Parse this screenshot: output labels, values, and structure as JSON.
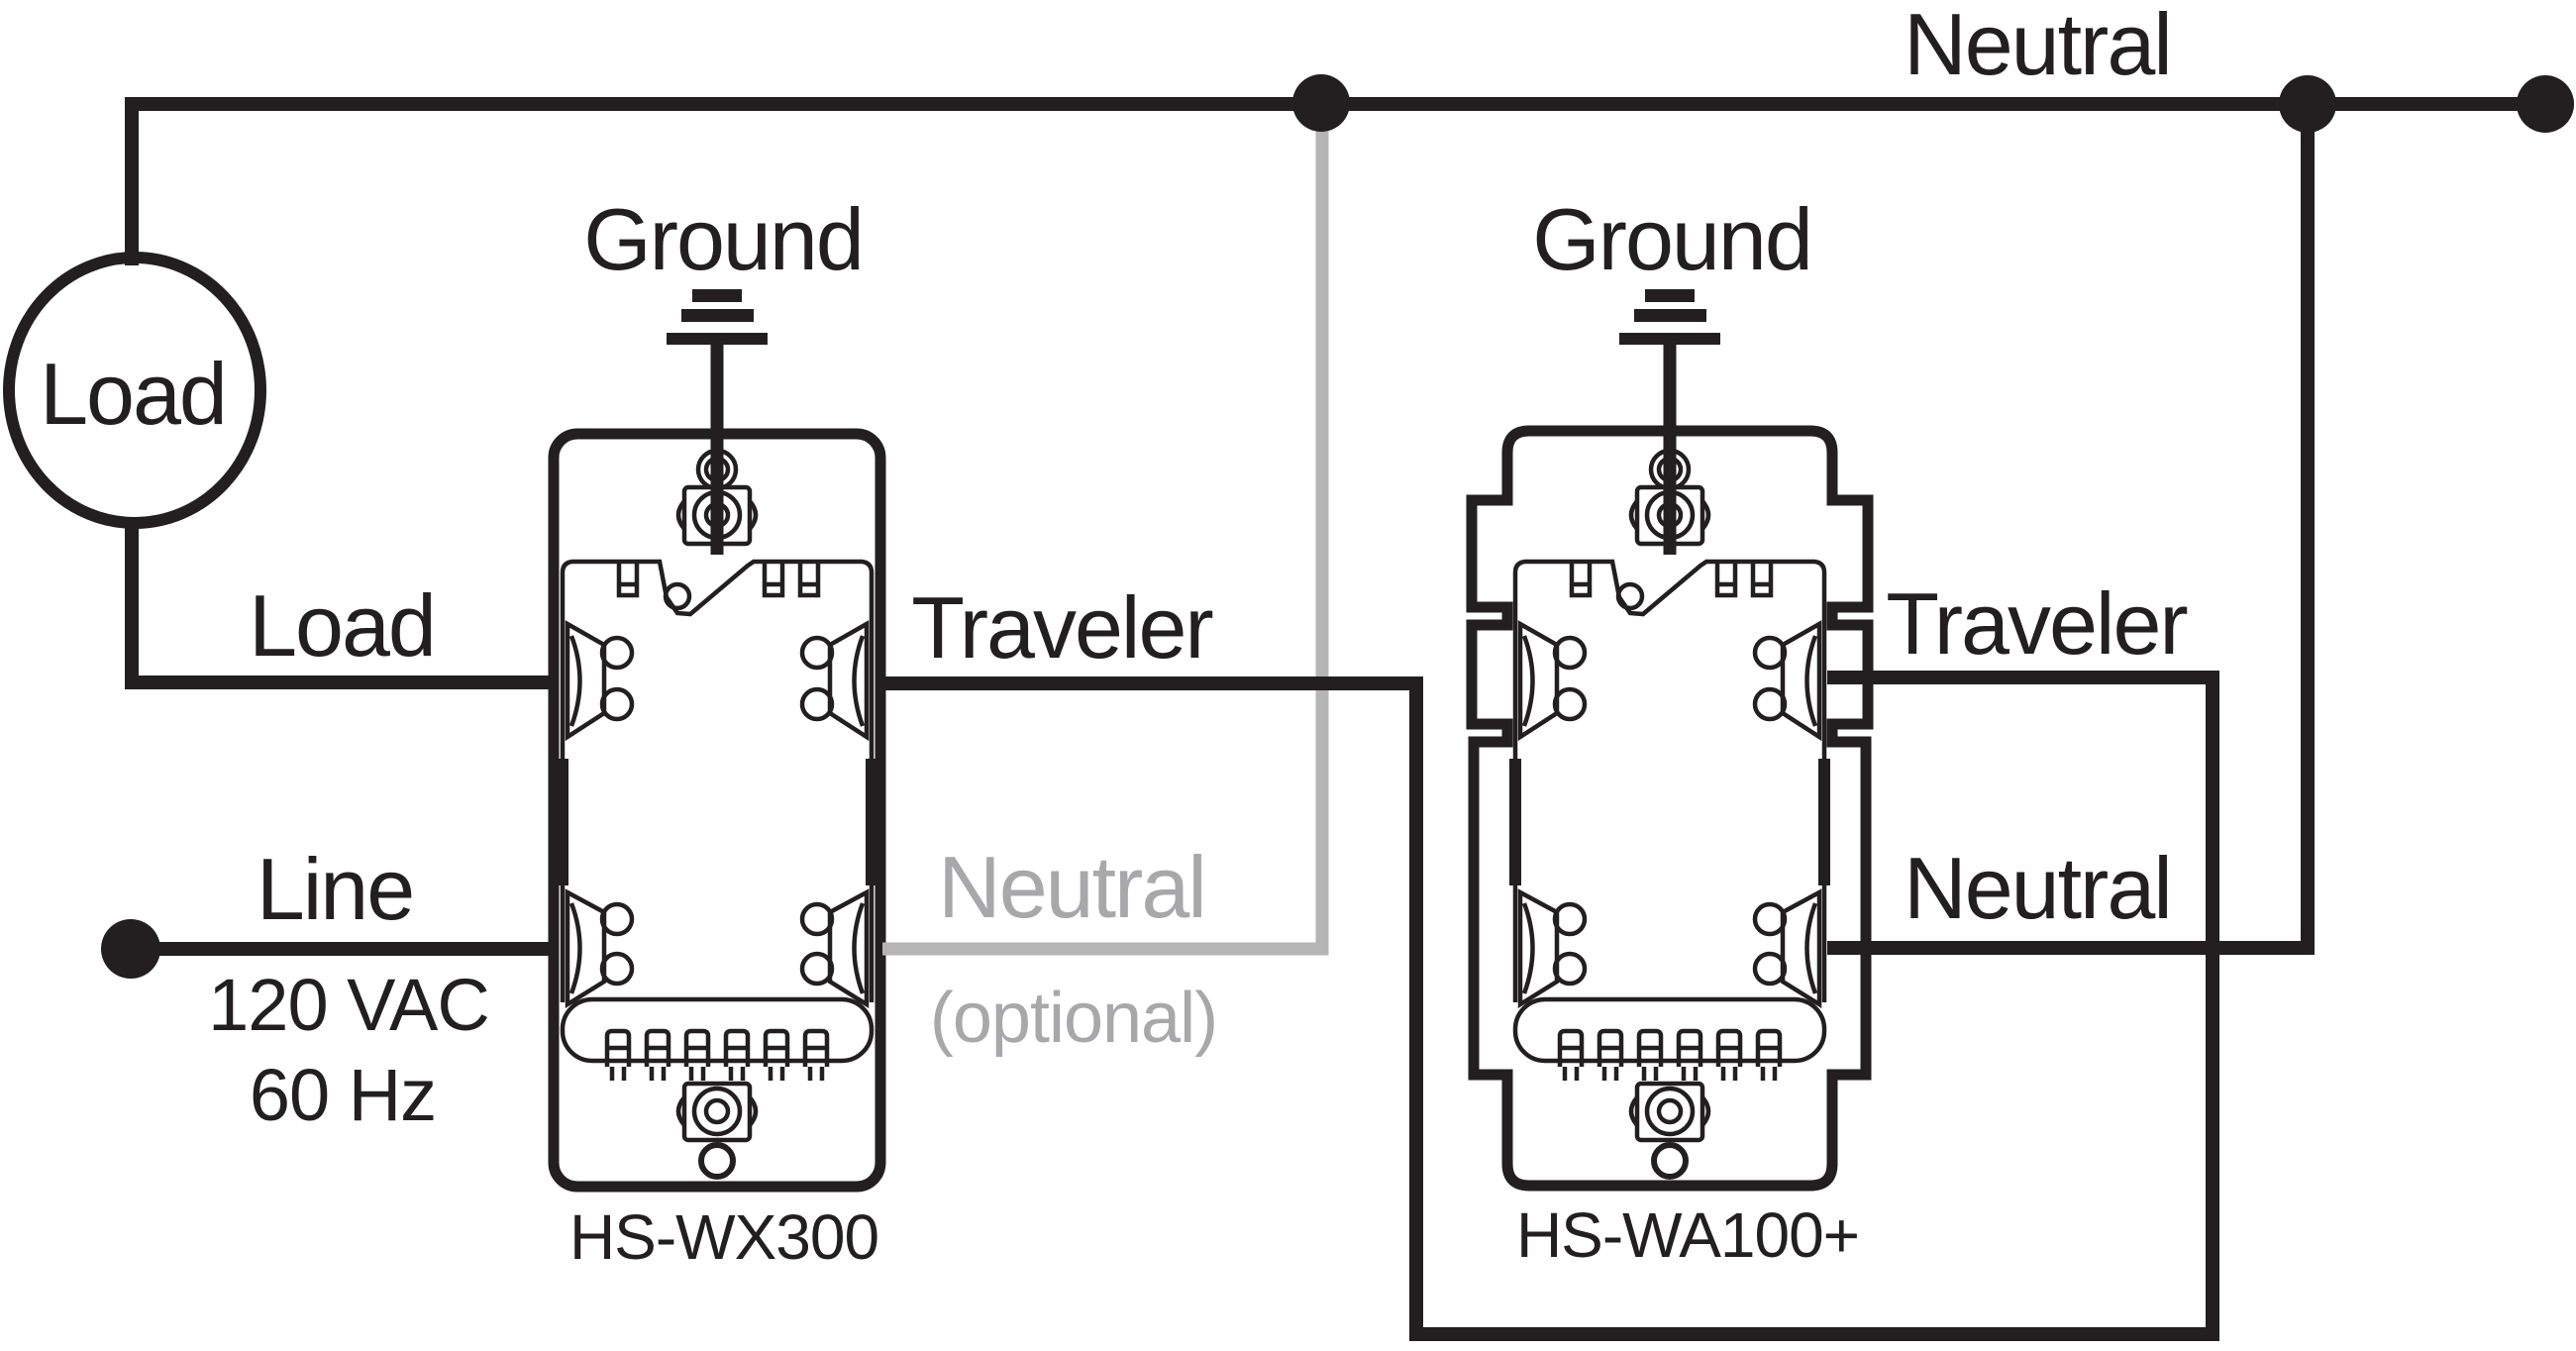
{
  "diagram": {
    "type": "3-way-switch-wiring-diagram",
    "labels": {
      "neutral_main": "Neutral",
      "ground_1": "Ground",
      "ground_2": "Ground",
      "load_circle": "Load",
      "load_wire": "Load",
      "traveler_1": "Traveler",
      "traveler_2": "Traveler",
      "line": "Line",
      "voltage": "120 VAC",
      "frequency": "60 Hz",
      "neutral_optional": "Neutral",
      "neutral_optional_note": "(optional)",
      "neutral_2": "Neutral",
      "model_1": "HS-WX300",
      "model_2": "HS-WA100+"
    },
    "devices": [
      {
        "model": "HS-WX300"
      },
      {
        "model": "HS-WA100+"
      }
    ],
    "colors": {
      "wire": "#231f20",
      "optional_wire": "#b5b5b6",
      "optional_text": "#a8a8aa",
      "background": "#ffffff"
    }
  }
}
